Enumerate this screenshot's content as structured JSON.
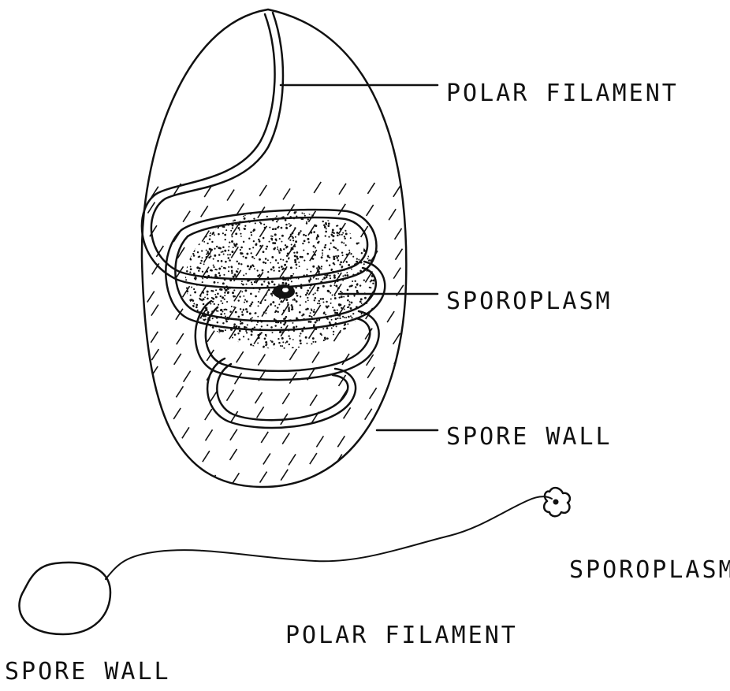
{
  "diagram": {
    "labels": {
      "polar_filament_top": "POLAR FILAMENT",
      "sporoplasm_top": "SPOROPLASM",
      "spore_wall_top": "SPORE WALL",
      "sporoplasm_bottom": "SPOROPLASM",
      "polar_filament_bottom": "POLAR FILAMENT",
      "spore_wall_bottom": "SPORE WALL"
    },
    "colors": {
      "ink": "#111111",
      "paper": "#ffffff"
    }
  }
}
